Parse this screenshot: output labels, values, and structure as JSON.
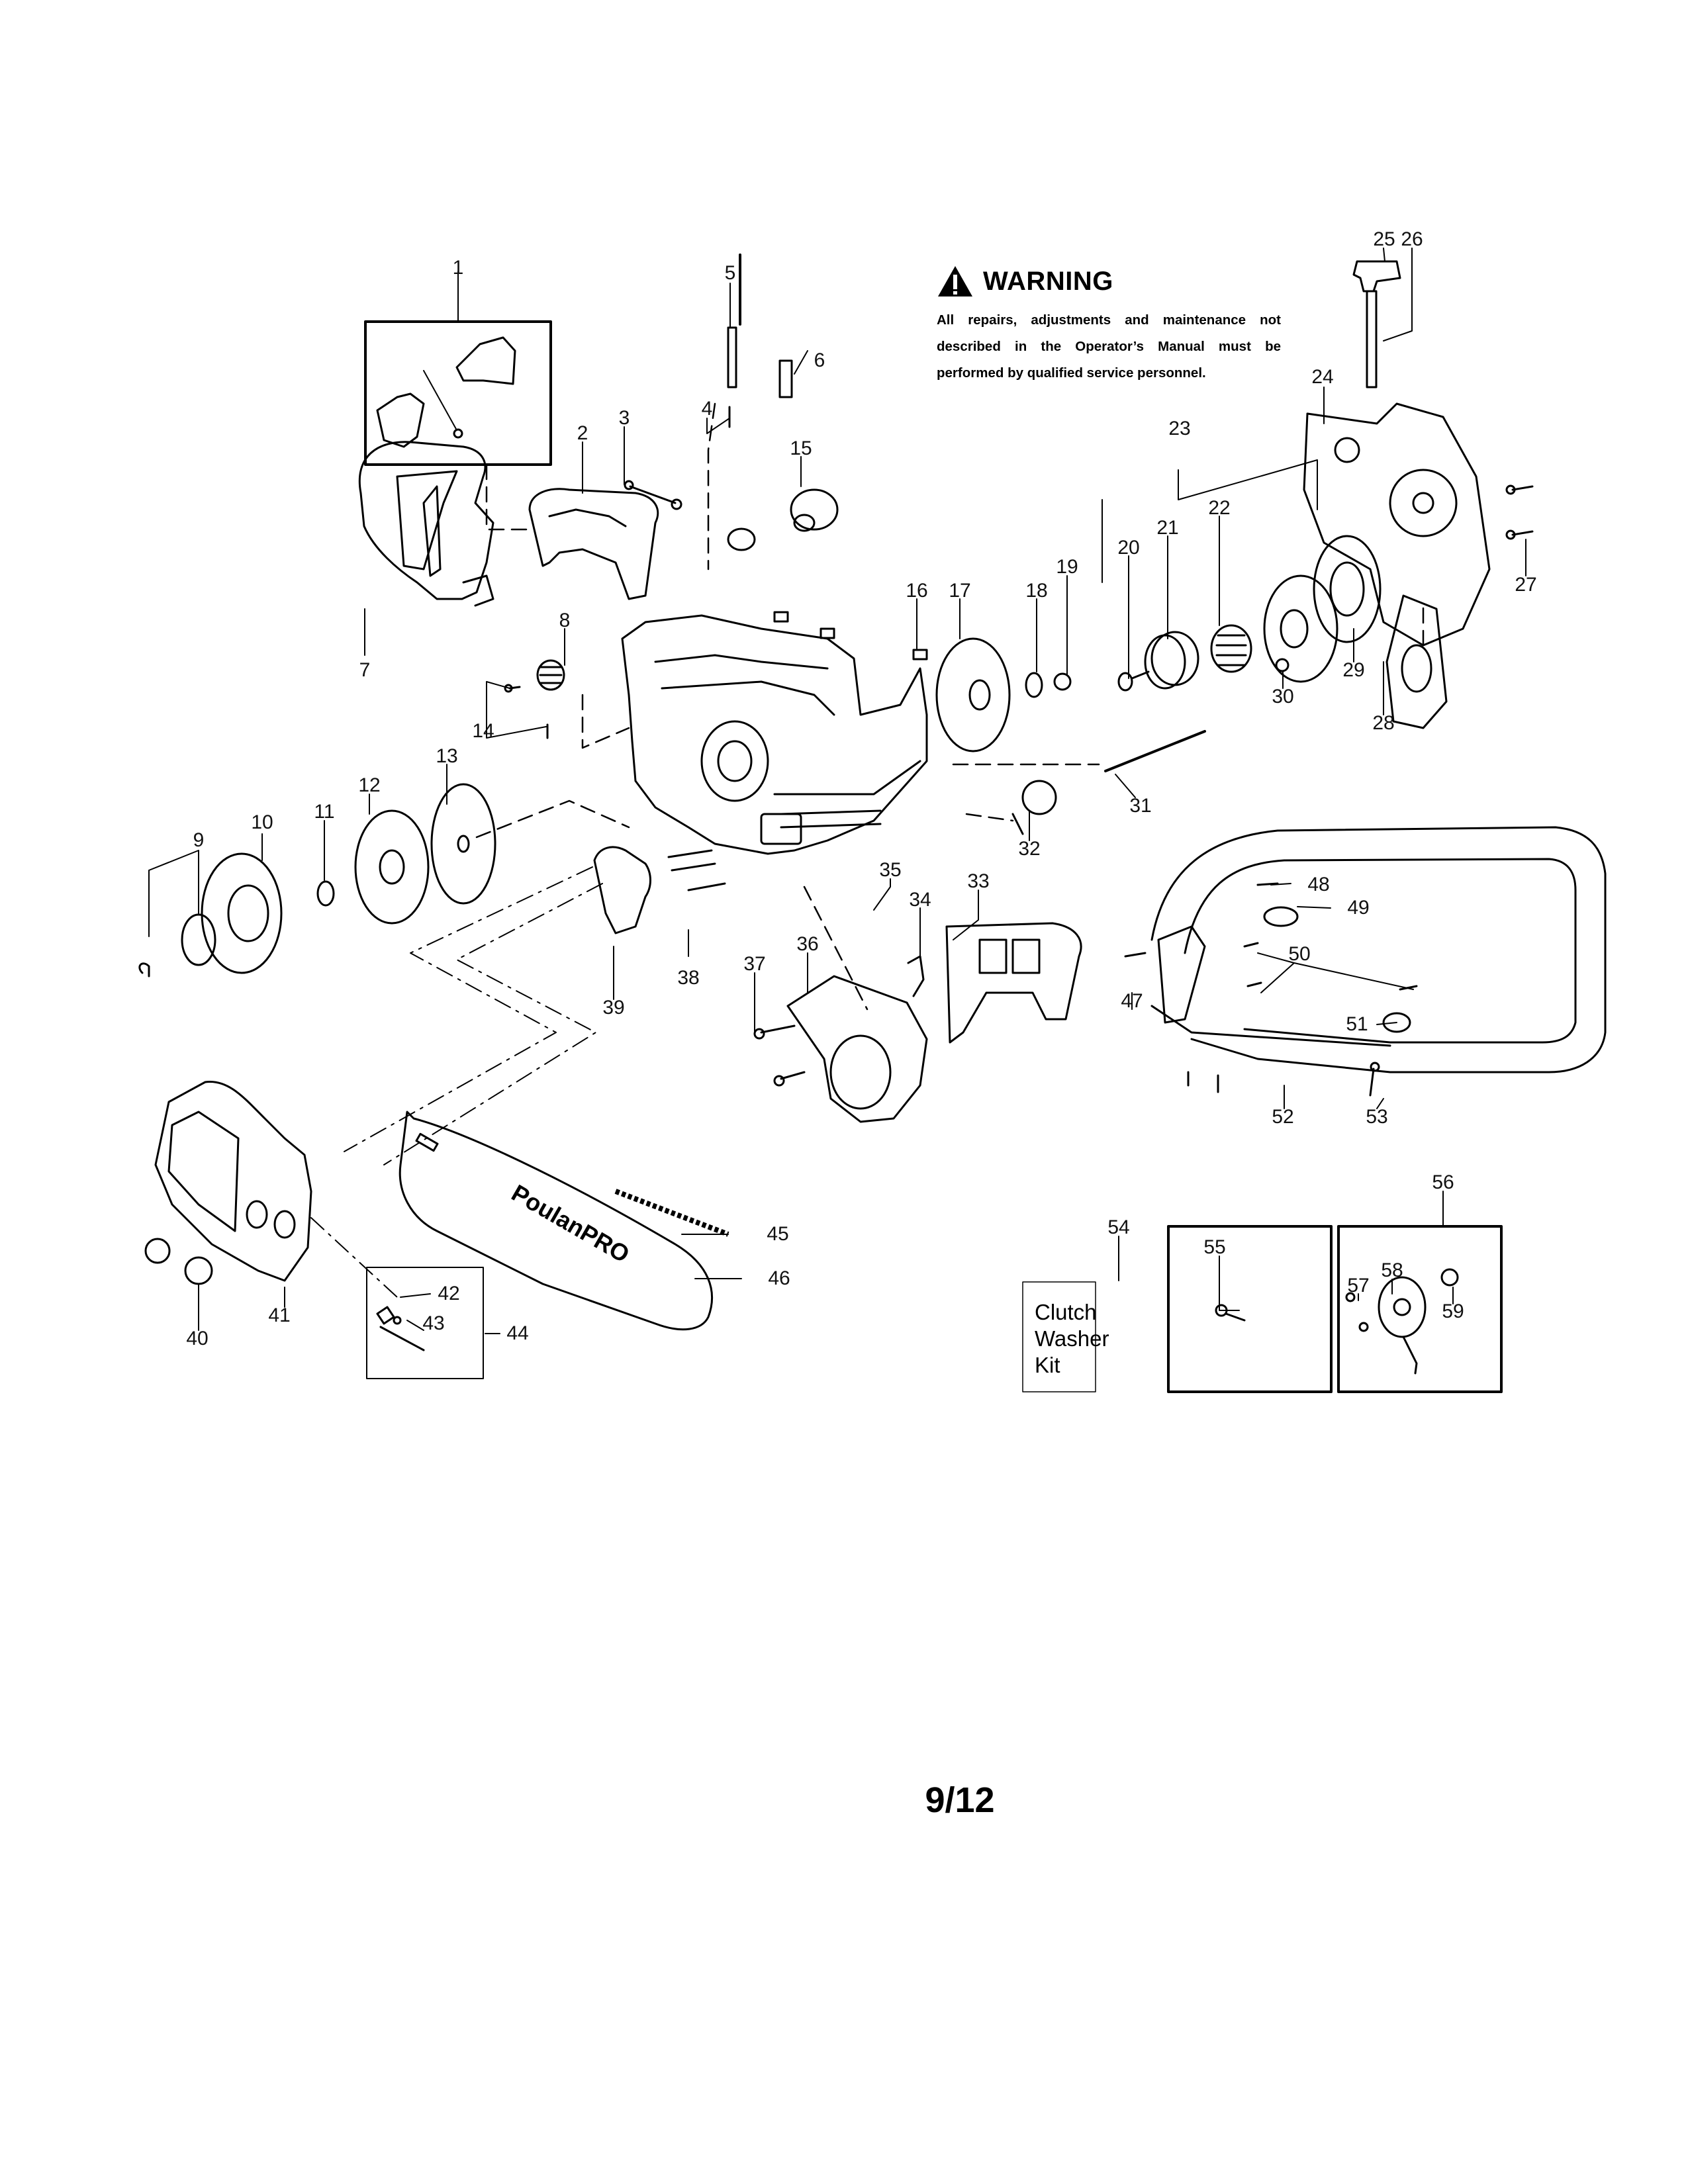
{
  "page": {
    "page_number": "9/12"
  },
  "warning": {
    "icon": "warning-triangle-icon",
    "title": "WARNING",
    "body": "All repairs, adjustments and maintenance not described in the Operator’s Manual must be performed by qualified service personnel."
  },
  "bar_brand": "PoulanPRO",
  "kits": {
    "clutch_washer_kit": "Clutch Washer Kit",
    "clutch_washer_kit_lines": [
      "Clutch",
      "Washer",
      "Kit"
    ]
  },
  "callouts": [
    "1",
    "2",
    "3",
    "4",
    "5",
    "6",
    "7",
    "8",
    "9",
    "10",
    "11",
    "12",
    "13",
    "14",
    "15",
    "16",
    "17",
    "18",
    "19",
    "20",
    "21",
    "22",
    "23",
    "24",
    "25",
    "26",
    "27",
    "28",
    "29",
    "30",
    "31",
    "32",
    "33",
    "34",
    "35",
    "36",
    "37",
    "38",
    "39",
    "40",
    "41",
    "42",
    "43",
    "44",
    "45",
    "46",
    "47",
    "48",
    "49",
    "50",
    "51",
    "52",
    "53",
    "54",
    "55",
    "56",
    "57",
    "58",
    "59"
  ]
}
